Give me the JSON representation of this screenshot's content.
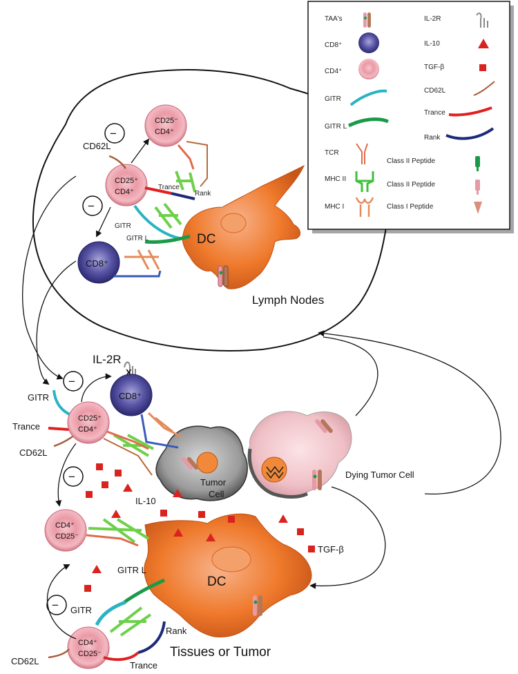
{
  "legend": {
    "taas": "TAA's",
    "cd8": "CD8⁺",
    "cd4": "CD4⁺",
    "gitr": "GITR",
    "gitrl": "GITR L",
    "tcr": "TCR",
    "mhc2": "MHC II",
    "mhc1": "MHC I",
    "il2r": "IL-2R",
    "il10": "IL-10",
    "tgfb": "TGF-β",
    "cd62l": "CD62L",
    "trance": "Trance",
    "rank": "Rank",
    "class2a": "Class II Peptide",
    "class2b": "Class II Peptide",
    "class1": "Class I Peptide"
  },
  "lymph": {
    "title": "Lymph Nodes",
    "cd62l": "CD62L",
    "treg_top_1": "CD25⁻",
    "treg_top_2": "CD4⁺",
    "treg_mid_1": "CD25⁺",
    "treg_mid_2": "CD4⁺",
    "cd8": "CD8⁺",
    "trance": "Trance",
    "rank": "Rank",
    "gitr": "GITR",
    "gitrl": "GITR L",
    "dc": "DC",
    "minus": "−"
  },
  "tissue": {
    "title": "Tissues or Tumor",
    "il2r": "IL-2R",
    "cd8": "CD8⁺",
    "gitr": "GITR",
    "trance": "Trance",
    "cd62l": "CD62L",
    "treg_1": "CD25⁺",
    "treg_2": "CD4⁺",
    "cd4_mid_1": "CD4⁺",
    "cd4_mid_2": "CD25⁻",
    "cd4_bot_1": "CD4⁺",
    "cd4_bot_2": "CD25⁻",
    "tumor_1": "Tumor",
    "tumor_2": "Cell",
    "dying": "Dying Tumor Cell",
    "il10": "IL-10",
    "tgfb": "TGF-β",
    "gitrl": "GITR L",
    "gitr_low": "GITR",
    "rank": "Rank",
    "trance_low": "Trance",
    "cd62l_low": "CD62L",
    "dc": "DC",
    "minus": "−"
  },
  "colors": {
    "cd4": "#e59aa5",
    "cd8": "#4f4c98",
    "dc": "#ef7a2c",
    "gitr": "#29b3c4",
    "gitrl": "#1a9a48",
    "trance": "#e02020",
    "rank": "#1d2a7a",
    "tgfb": "#d9231f",
    "tumor": "#8a8a8a"
  }
}
